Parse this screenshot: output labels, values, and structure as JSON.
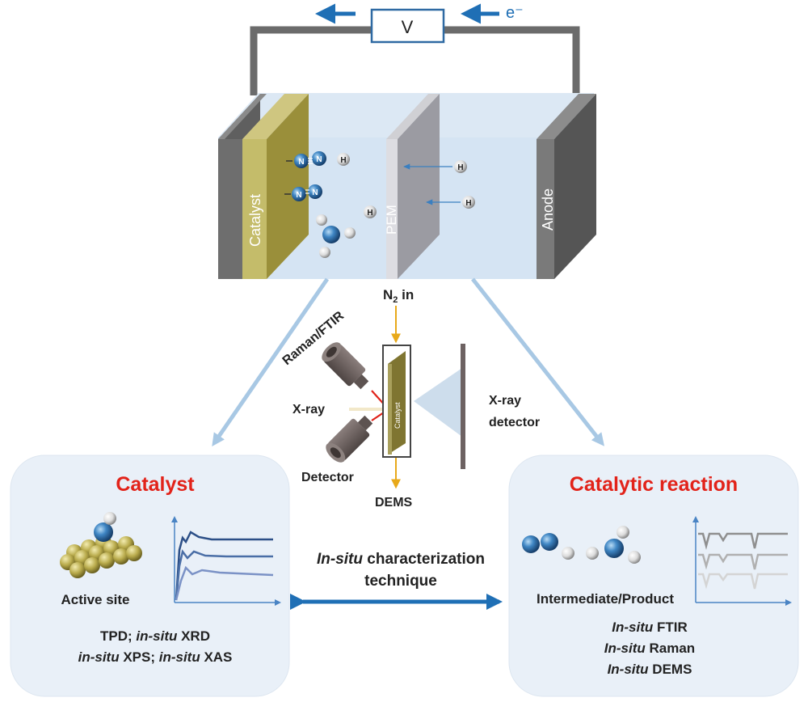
{
  "circuit": {
    "voltmeter_label": "V",
    "electron_label": "e⁻"
  },
  "cell": {
    "catalyst_label": "Catalyst",
    "pem_label": "PEM",
    "anode_label": "Anode",
    "h_symbol": "H",
    "n_symbol": "N"
  },
  "setup": {
    "n2_label": "N",
    "n2_sub": "2",
    "n2_suffix": " in",
    "raman_label": "Raman/FTIR",
    "xray_label": "X-ray",
    "detector_label": "Detector",
    "catalyst_label": "Catalyst",
    "xray_detector_line1": "X-ray",
    "xray_detector_line2": "detector",
    "dems_label": "DEMS"
  },
  "left_panel": {
    "title": "Catalyst",
    "active_site_label": "Active site",
    "techniques_line1_a": "TPD; ",
    "techniques_line1_b": "in-situ",
    "techniques_line1_c": " XRD",
    "techniques_line2_a": "in-situ",
    "techniques_line2_b": " XPS; ",
    "techniques_line2_c": "in-situ",
    "techniques_line2_d": " XAS"
  },
  "center": {
    "line1_italic": "In-situ",
    "line1_rest": " characterization",
    "line2": "technique"
  },
  "right_panel": {
    "title": "Catalytic reaction",
    "intermediate_label": "Intermediate/Product",
    "tech1_italic": "In-situ",
    "tech1_rest": " FTIR",
    "tech2_italic": "In-situ",
    "tech2_rest": " Raman",
    "tech3_italic": "In-situ",
    "tech3_rest": " DEMS"
  },
  "colors": {
    "title_red": "#e2231a",
    "arrow_blue": "#1f6fb5",
    "light_blue_arrow": "#a8c8e4",
    "panel_bg": "#e9f0f8",
    "catalyst_gold": "#bdb567",
    "electrode_gray": "#6e6e6e"
  }
}
